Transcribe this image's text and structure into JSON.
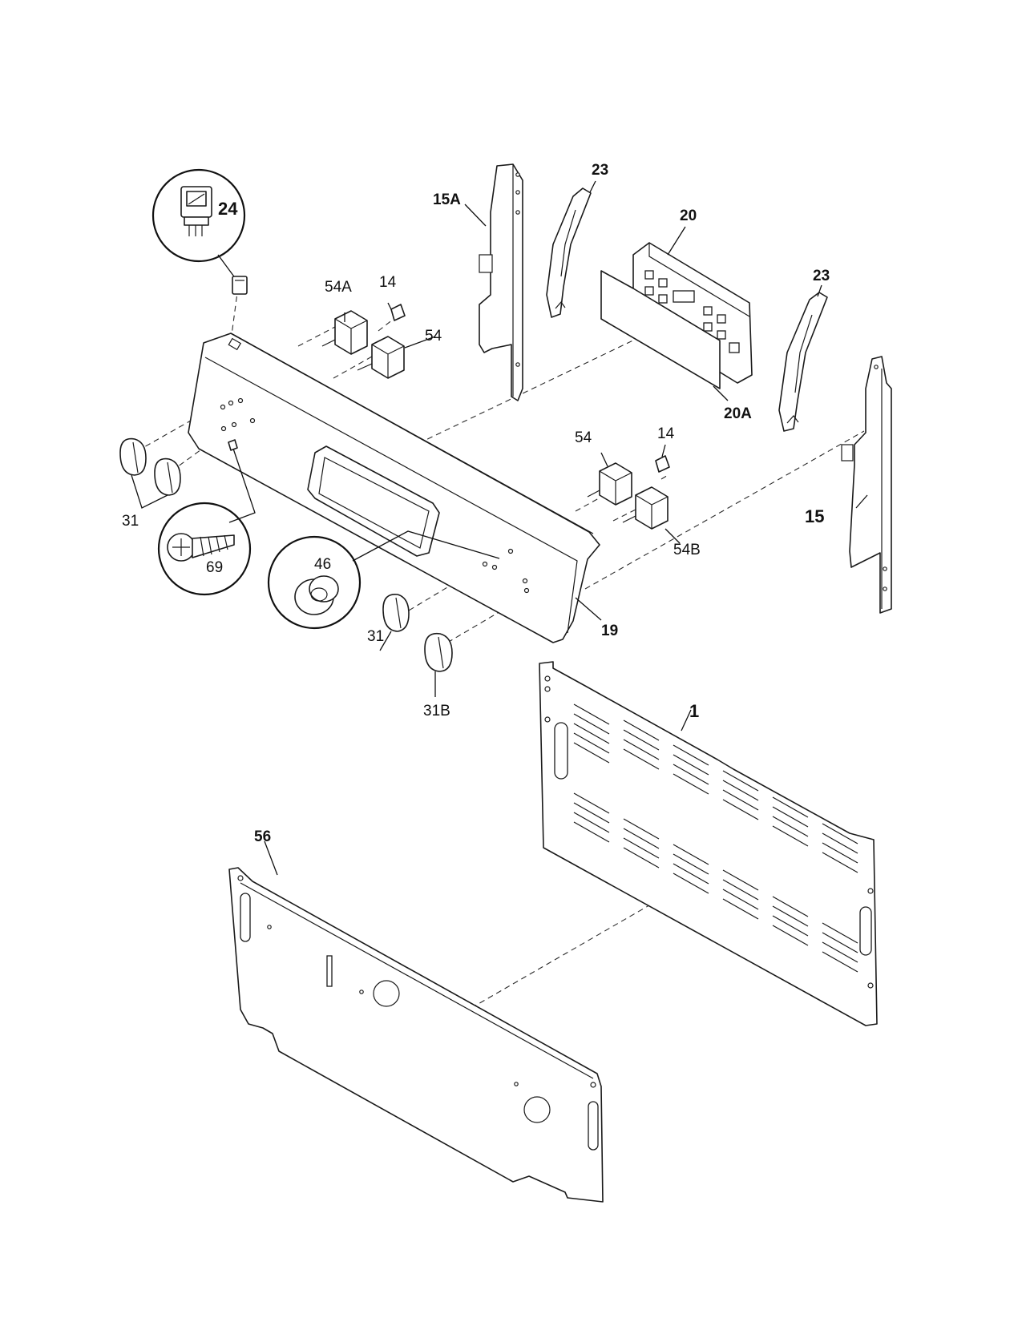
{
  "labels": {
    "l24": "24",
    "l15A": "15A",
    "l23a": "23",
    "l20": "20",
    "l23b": "23",
    "l54A": "54A",
    "l14a": "14",
    "l54a": "54",
    "l20A": "20A",
    "l54b": "54",
    "l14b": "14",
    "l15": "15",
    "l54B": "54B",
    "l31a": "31",
    "l69": "69",
    "l46": "46",
    "l19": "19",
    "l31b": "31",
    "l31B": "31B",
    "l1": "1",
    "l56": "56"
  }
}
